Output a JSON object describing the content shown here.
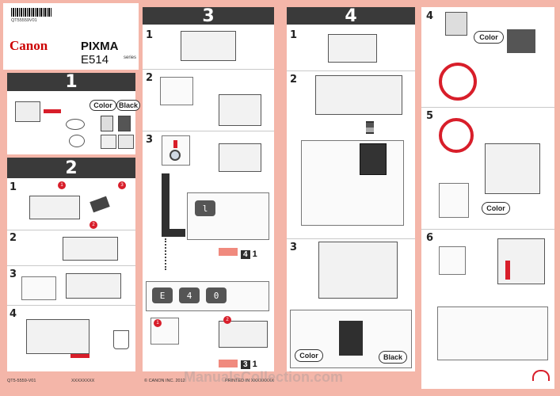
{
  "cover": {
    "barcode_id": "QT55559V01",
    "brand": "Canon",
    "model_prefix": "PIXMA",
    "model_name": "E514",
    "series": "series"
  },
  "step1": {
    "header": "1",
    "labels": {
      "color": "Color",
      "black": "Black"
    }
  },
  "step2": {
    "header": "2",
    "subs": [
      "1",
      "2",
      "3",
      "4"
    ],
    "circles": [
      "1",
      "2",
      "3"
    ]
  },
  "step3": {
    "header": "3",
    "subs": [
      "1",
      "2",
      "3"
    ],
    "display_char": "l",
    "ref": {
      "box": "4",
      "num": "1"
    },
    "error_chars": [
      "E",
      "4",
      "0"
    ],
    "ref2": {
      "box": "3",
      "num": "1"
    },
    "circles": [
      "1",
      "2"
    ]
  },
  "step4": {
    "header": "4",
    "subs": [
      "1",
      "2",
      "3"
    ],
    "labels": {
      "color": "Color",
      "black": "Black"
    }
  },
  "step4b": {
    "subs": [
      "4",
      "5",
      "6"
    ],
    "labels": {
      "color": "Color"
    }
  },
  "footer": {
    "code": "QT5-5559-V01",
    "placeholder": "XXXXXXXX",
    "copyright": "© CANON INC. 2012",
    "printed": "PRINTED IN XXXXXXXX",
    "watermark": "ManualsCollection.com"
  },
  "colors": {
    "background": "#f4b6a9",
    "header": "#3a3a3a",
    "accent": "#d81e2a",
    "canon_red": "#cc0000"
  }
}
